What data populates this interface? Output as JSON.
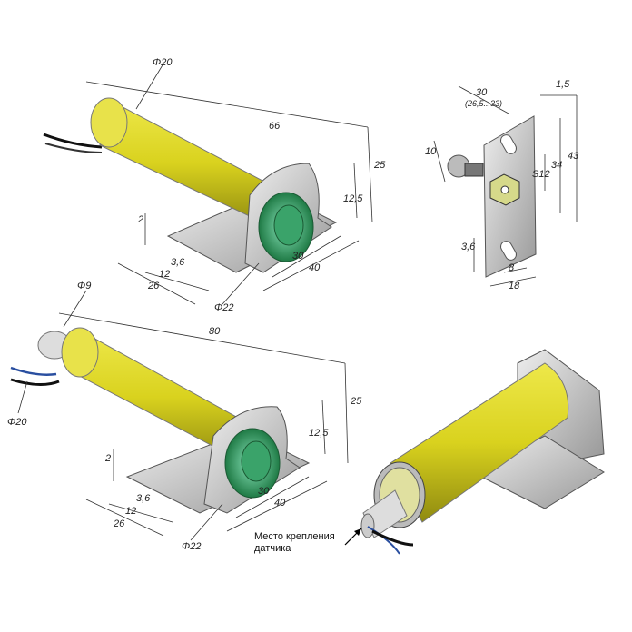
{
  "colors": {
    "body": "#d9d21e",
    "body_dark": "#9c9612",
    "ring": "#2e8f57",
    "metal": "#c9c9c9",
    "nut": "#d6d98a"
  },
  "view1": {
    "diameter": "Φ20",
    "length": "66",
    "height": "25",
    "axis_height": "12,5",
    "thickness": "2",
    "slot": "3,6",
    "slot_pitch": "12",
    "base_width": "26",
    "inner": "30",
    "outer": "40",
    "flange": "Φ22"
  },
  "view2": {
    "shaft": "Φ9",
    "length": "80",
    "diameter": "Φ20",
    "height": "25",
    "axis_height": "12,5",
    "thickness": "2",
    "slot": "3,6",
    "slot_pitch": "12",
    "base_width": "26",
    "inner": "30",
    "outer": "40",
    "flange": "Φ22"
  },
  "bracket": {
    "thickness": "1,5",
    "length": "30",
    "range": "(26,5...33)",
    "ball": "10",
    "hex": "S12",
    "hole_pitch": "34",
    "height": "43",
    "slot": "3,6",
    "slot_width": "8",
    "width": "18"
  },
  "callout": {
    "line1": "Место крепления",
    "line2": "датчика"
  }
}
